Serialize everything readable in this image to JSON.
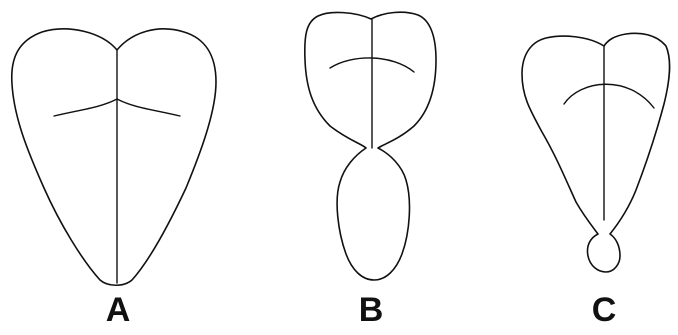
{
  "panels": [
    {
      "id": "A",
      "label": "A"
    },
    {
      "id": "B",
      "label": "B"
    },
    {
      "id": "C",
      "label": "C"
    }
  ],
  "colors": {
    "background": "#ffffff",
    "stroke": "#111111"
  }
}
